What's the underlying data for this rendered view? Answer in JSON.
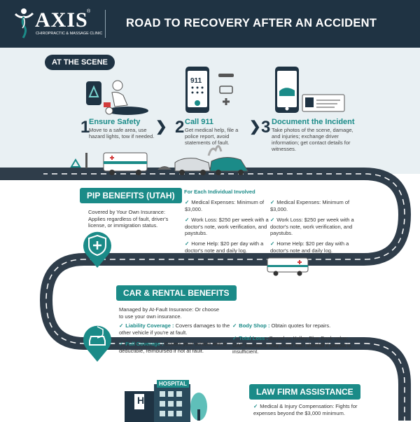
{
  "header": {
    "logo_word": "AXIS",
    "logo_sub": "CHIROPRACTIC & MASSAGE CLINIC",
    "logo_reg": "®",
    "title": "ROAD TO RECOVERY AFTER AN ACCIDENT"
  },
  "scene": {
    "label": "AT THE SCENE",
    "steps": [
      {
        "num": "1",
        "title": "Ensure Safety",
        "text": "Move to a safe area, use hazard lights, tow if needed."
      },
      {
        "num": "2",
        "title": "Call 911",
        "text": "Get medical help, file a police report, avoid statements of fault."
      },
      {
        "num": "3",
        "title": "Document the Incident",
        "text": "Take photos of the scene, damage, and injuries; exchange driver information; get contact details for witnesses."
      }
    ],
    "phone_screen": "911"
  },
  "pip": {
    "label": "PIP BENEFITS (UTAH)",
    "intro": "Covered by Your Own Insurance: Applies regardless of fault, driver's license, or immigration status.",
    "each_head": "For Each Individual Involved",
    "col1": [
      "Medical Expenses: Minimum of $3,000.",
      "Work Loss: $250 per week with a doctor's note, work verification, and paystubs.",
      "Home Help: $20 per day with a doctor's note and daily log."
    ],
    "col2": [
      "Medical Expenses: Minimum of $3,000.",
      "Work Loss: $250 per week with a doctor's note, work verification, and paystubs.",
      "Home Help: $20 per day with a doctor's note and daily log."
    ]
  },
  "car": {
    "label": "CAR & RENTAL BENEFITS",
    "intro": "Managed by At-Fault Insurance: Or choose to use your own insurance.",
    "items": [
      {
        "head": "Liability Coverage :",
        "text": " Covers damages to the other vehicle if you're at fault."
      },
      {
        "head": "Full Coverage :",
        "text": " Covers your vehicle with a deductible, reimbursed if not at fault."
      },
      {
        "head": "Body Shop :",
        "text": " Obtain quotes for repairs."
      },
      {
        "head": "Total Loss :",
        "text": " Based on Kelley Blue Book value; GAP insurance may cover loan shortfall if payout is insufficient."
      }
    ]
  },
  "law": {
    "label": "LAW FIRM ASSISTANCE",
    "items": [
      "Medical & Injury Compensation: Fights for expenses beyond the $3,000 minimum."
    ]
  },
  "hospital": {
    "sign": "HOSPITAL",
    "letter": "H"
  },
  "colors": {
    "navy": "#1f3343",
    "teal": "#1b8b88",
    "road": "#2f3d4a"
  }
}
